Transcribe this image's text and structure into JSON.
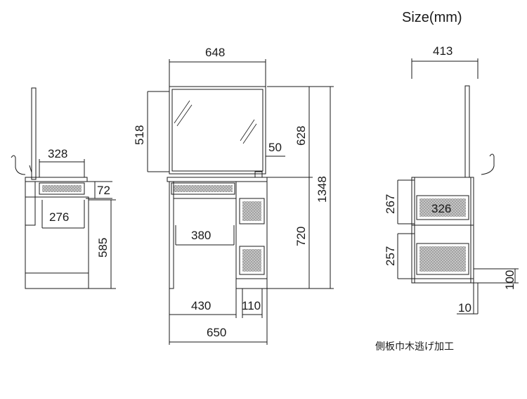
{
  "title": "Size(mm)",
  "note": "側板巾木逃げ加工",
  "side_view": {
    "dims": {
      "top_depth": "328",
      "drawer_height": "72",
      "inner_depth": "276",
      "table_height": "585"
    }
  },
  "front_view": {
    "dims": {
      "mirror_width": "648",
      "mirror_height": "518",
      "outlet_offset": "50",
      "upper_height": "628",
      "total_height": "1348",
      "lower_height": "720",
      "knee_width": "380",
      "left_width": "430",
      "right_width": "110",
      "total_width": "650"
    }
  },
  "right_view": {
    "dims": {
      "width": "413",
      "upper_drawer_height": "267",
      "drawer_width": "326",
      "lower_drawer_height": "257",
      "plinth_height": "100",
      "plinth_recess": "10"
    }
  },
  "colors": {
    "line": "#1a1a1a",
    "frame": "#555555",
    "drawer_fill": "#8a8a8a",
    "drawer_texture": "#c9c9c9"
  }
}
